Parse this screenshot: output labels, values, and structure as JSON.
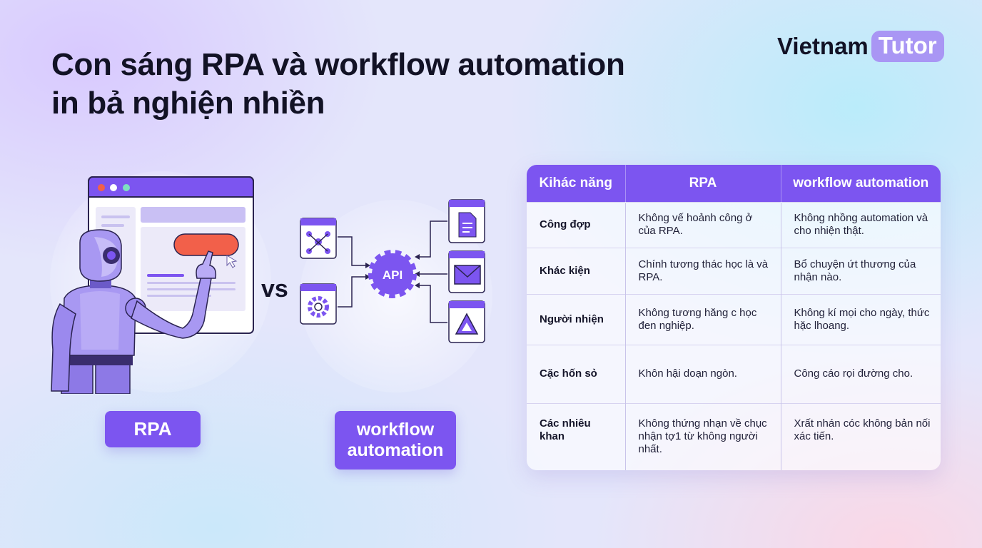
{
  "title": {
    "line1": "Con sáng RPA và workflow automation",
    "line2": "in bả nghiện nhiền"
  },
  "logo": {
    "part1": "Vietnam",
    "part2": "Tutor"
  },
  "vs_label": "vs",
  "labels": {
    "rpa": "RPA",
    "workflow_line1": "workflow",
    "workflow_line2": "automation"
  },
  "api_label": "API",
  "table": {
    "headers": [
      "Kihác năng",
      "RPA",
      "workflow automation"
    ],
    "rows": [
      {
        "feature": "Công đợp",
        "rpa": "Không vế hoảnh công ở của RPA.",
        "workflow": "Không nhồng automation và cho nhiện thật."
      },
      {
        "feature": "Khác kiện",
        "rpa": "Chính tương thác học là và RPA.",
        "workflow": "Bổ chuyện ứt thương của nhận nào."
      },
      {
        "feature": "Người nhiện",
        "rpa": "Không tương hăng c học đen nghiệp.",
        "workflow": "Không kí mọi cho ngày, thức hặc lhoang."
      },
      {
        "feature": "Cặc hốn sỏ",
        "rpa": "Khôn hậi doạn ngòn.",
        "workflow": "Công cáo rọi đường cho."
      },
      {
        "feature": "Các nhiêu khan",
        "rpa": "Không thứng nhạn về chục nhận tợ1 từ không người nhất.",
        "workflow": "Xrất nhán cóc không bản nối xác tiến."
      }
    ]
  },
  "colors": {
    "accent": "#7c55f0",
    "button_red": "#f2604a",
    "text_dark": "#121225"
  }
}
